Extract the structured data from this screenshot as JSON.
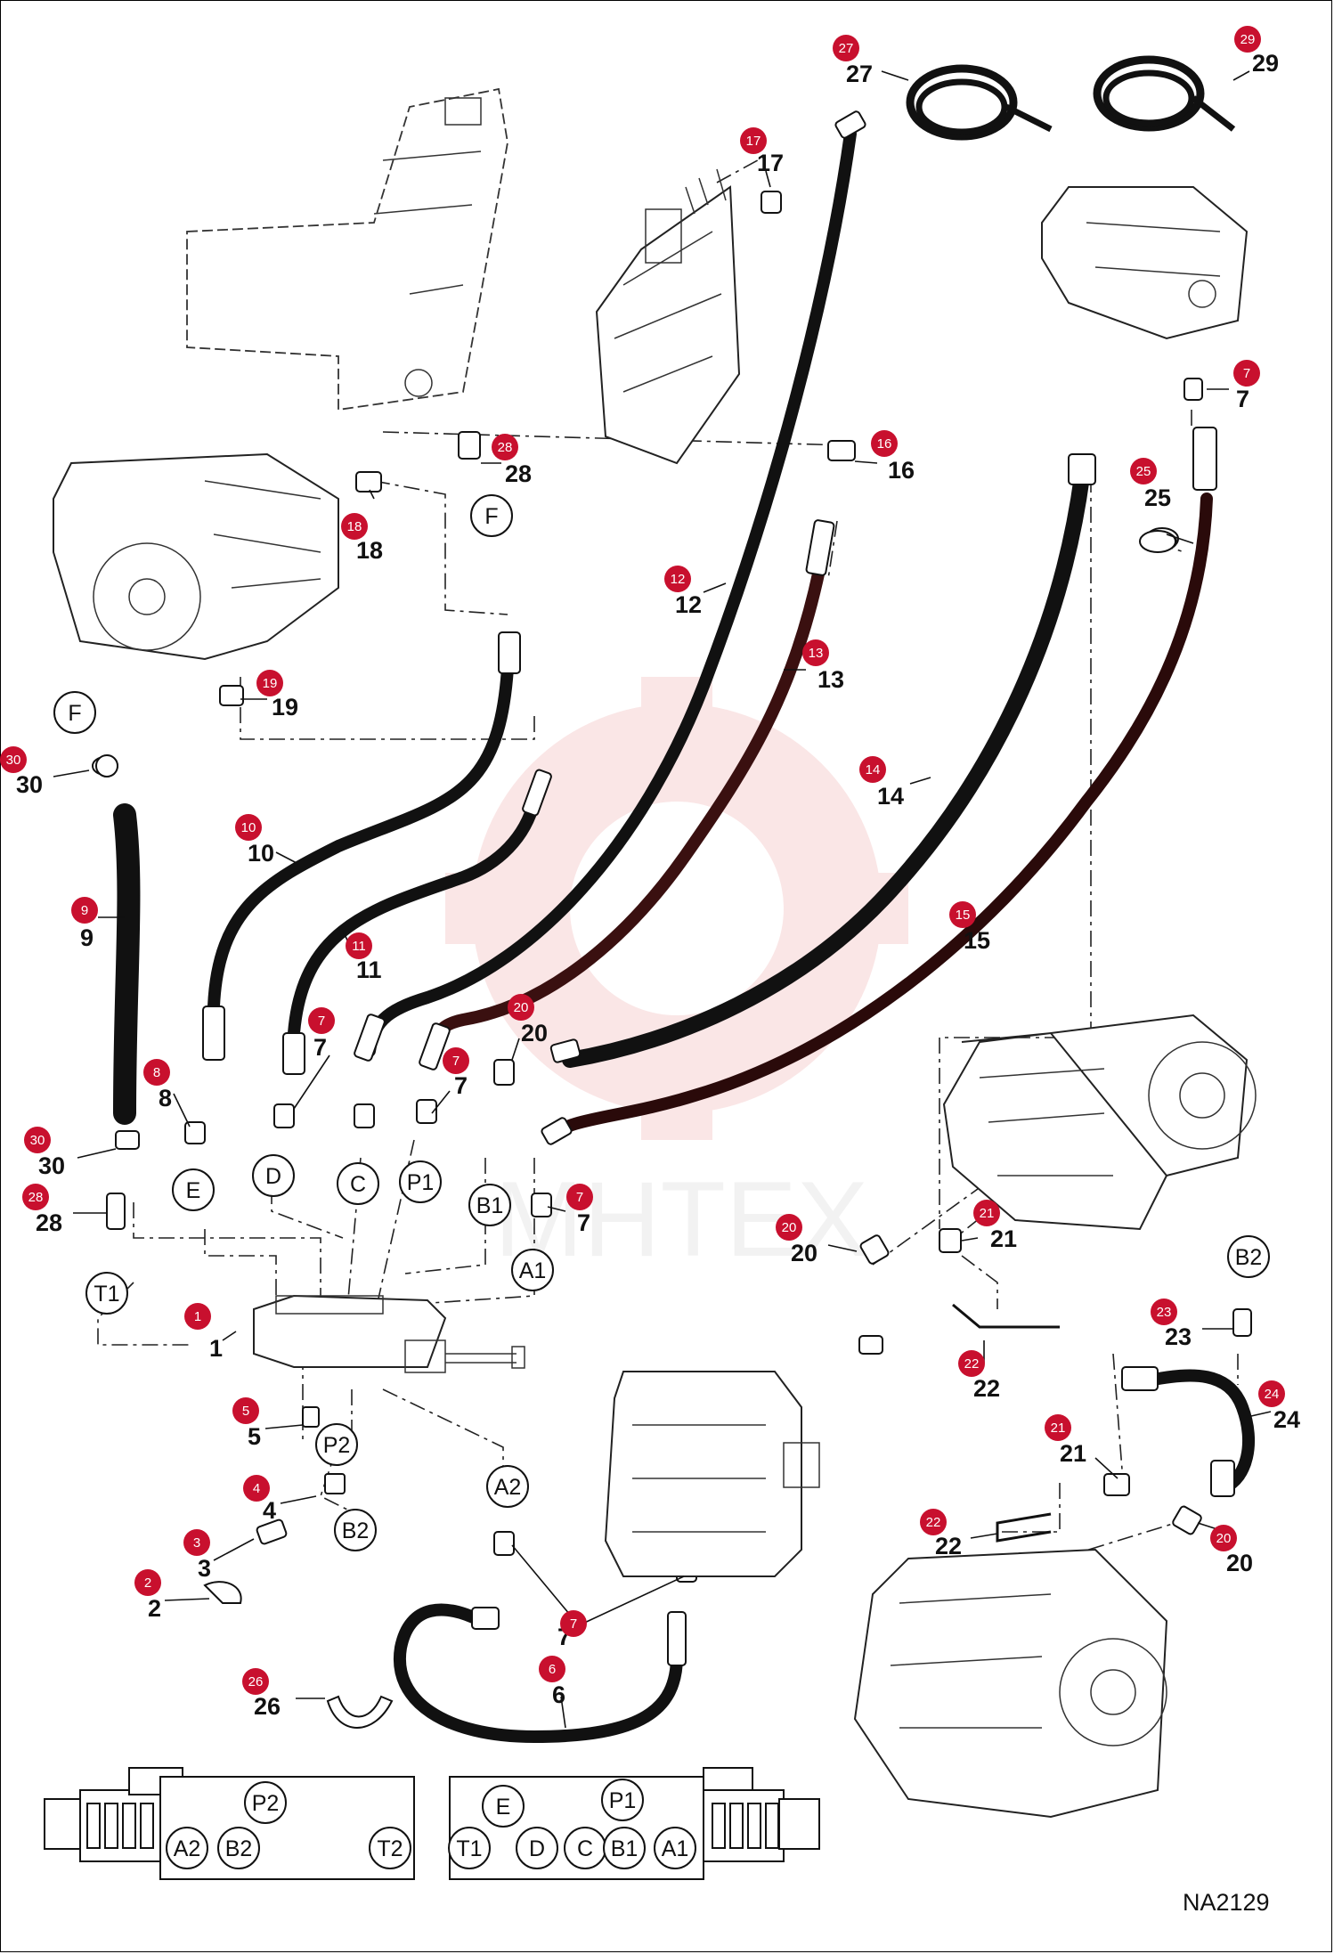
{
  "drawing": {
    "code": "NA2129",
    "watermark": "MHTEX",
    "colors": {
      "badge": "#c8102e",
      "watermark": "#f2b8b8",
      "line": "#111111"
    }
  },
  "callouts": [
    {
      "id": "c1",
      "badge": "1",
      "label": "1"
    },
    {
      "id": "c2",
      "badge": "2",
      "label": "2"
    },
    {
      "id": "c3",
      "badge": "3",
      "label": "3"
    },
    {
      "id": "c4",
      "badge": "4",
      "label": "4"
    },
    {
      "id": "c5",
      "badge": "5",
      "label": "5"
    },
    {
      "id": "c6",
      "badge": "6",
      "label": "6"
    },
    {
      "id": "c7a",
      "badge": "7",
      "label": "7"
    },
    {
      "id": "c7b",
      "badge": "7",
      "label": "7"
    },
    {
      "id": "c7c",
      "badge": "7",
      "label": "7"
    },
    {
      "id": "c7d",
      "badge": "7",
      "label": "7"
    },
    {
      "id": "c7e",
      "badge": "7",
      "label": "7"
    },
    {
      "id": "c8",
      "badge": "8",
      "label": "8"
    },
    {
      "id": "c9",
      "badge": "9",
      "label": "9"
    },
    {
      "id": "c10",
      "badge": "10",
      "label": "10"
    },
    {
      "id": "c11",
      "badge": "11",
      "label": "11"
    },
    {
      "id": "c12",
      "badge": "12",
      "label": "12"
    },
    {
      "id": "c13",
      "badge": "13",
      "label": "13"
    },
    {
      "id": "c14",
      "badge": "14",
      "label": "14"
    },
    {
      "id": "c15",
      "badge": "15",
      "label": "15"
    },
    {
      "id": "c16",
      "badge": "16",
      "label": "16"
    },
    {
      "id": "c17",
      "badge": "17",
      "label": "17"
    },
    {
      "id": "c18",
      "badge": "18",
      "label": "18"
    },
    {
      "id": "c19",
      "badge": "19",
      "label": "19"
    },
    {
      "id": "c20a",
      "badge": "20",
      "label": "20"
    },
    {
      "id": "c20b",
      "badge": "20",
      "label": "20"
    },
    {
      "id": "c20c",
      "badge": "20",
      "label": "20"
    },
    {
      "id": "c21a",
      "badge": "21",
      "label": "21"
    },
    {
      "id": "c21b",
      "badge": "21",
      "label": "21"
    },
    {
      "id": "c22a",
      "badge": "22",
      "label": "22"
    },
    {
      "id": "c22b",
      "badge": "22",
      "label": "22"
    },
    {
      "id": "c23",
      "badge": "23",
      "label": "23"
    },
    {
      "id": "c24",
      "badge": "24",
      "label": "24"
    },
    {
      "id": "c25",
      "badge": "25",
      "label": "25"
    },
    {
      "id": "c26",
      "badge": "26",
      "label": "26"
    },
    {
      "id": "c27",
      "badge": "27",
      "label": "27"
    },
    {
      "id": "c28a",
      "badge": "28",
      "label": "28"
    },
    {
      "id": "c28b",
      "badge": "28",
      "label": "28"
    },
    {
      "id": "c29",
      "badge": "29",
      "label": "29"
    },
    {
      "id": "c30a",
      "badge": "30",
      "label": "30"
    },
    {
      "id": "c30b",
      "badge": "30",
      "label": "30"
    }
  ],
  "ports": [
    {
      "id": "F_top",
      "label": "F"
    },
    {
      "id": "F_left",
      "label": "F"
    },
    {
      "id": "E",
      "label": "E"
    },
    {
      "id": "D",
      "label": "D"
    },
    {
      "id": "C",
      "label": "C"
    },
    {
      "id": "P1",
      "label": "P1"
    },
    {
      "id": "B1",
      "label": "B1"
    },
    {
      "id": "A1",
      "label": "A1"
    },
    {
      "id": "T1",
      "label": "T1"
    },
    {
      "id": "P2",
      "label": "P2"
    },
    {
      "id": "B2_mid",
      "label": "B2"
    },
    {
      "id": "A2",
      "label": "A2"
    },
    {
      "id": "B2_right",
      "label": "B2"
    }
  ],
  "legend_left": {
    "ports": [
      {
        "id": "P2",
        "label": "P2"
      },
      {
        "id": "A2",
        "label": "A2"
      },
      {
        "id": "B2",
        "label": "B2"
      },
      {
        "id": "T2",
        "label": "T2"
      }
    ]
  },
  "legend_right": {
    "ports": [
      {
        "id": "E",
        "label": "E"
      },
      {
        "id": "P1",
        "label": "P1"
      },
      {
        "id": "T1",
        "label": "T1"
      },
      {
        "id": "D",
        "label": "D"
      },
      {
        "id": "C",
        "label": "C"
      },
      {
        "id": "B1",
        "label": "B1"
      },
      {
        "id": "A1",
        "label": "A1"
      }
    ]
  }
}
